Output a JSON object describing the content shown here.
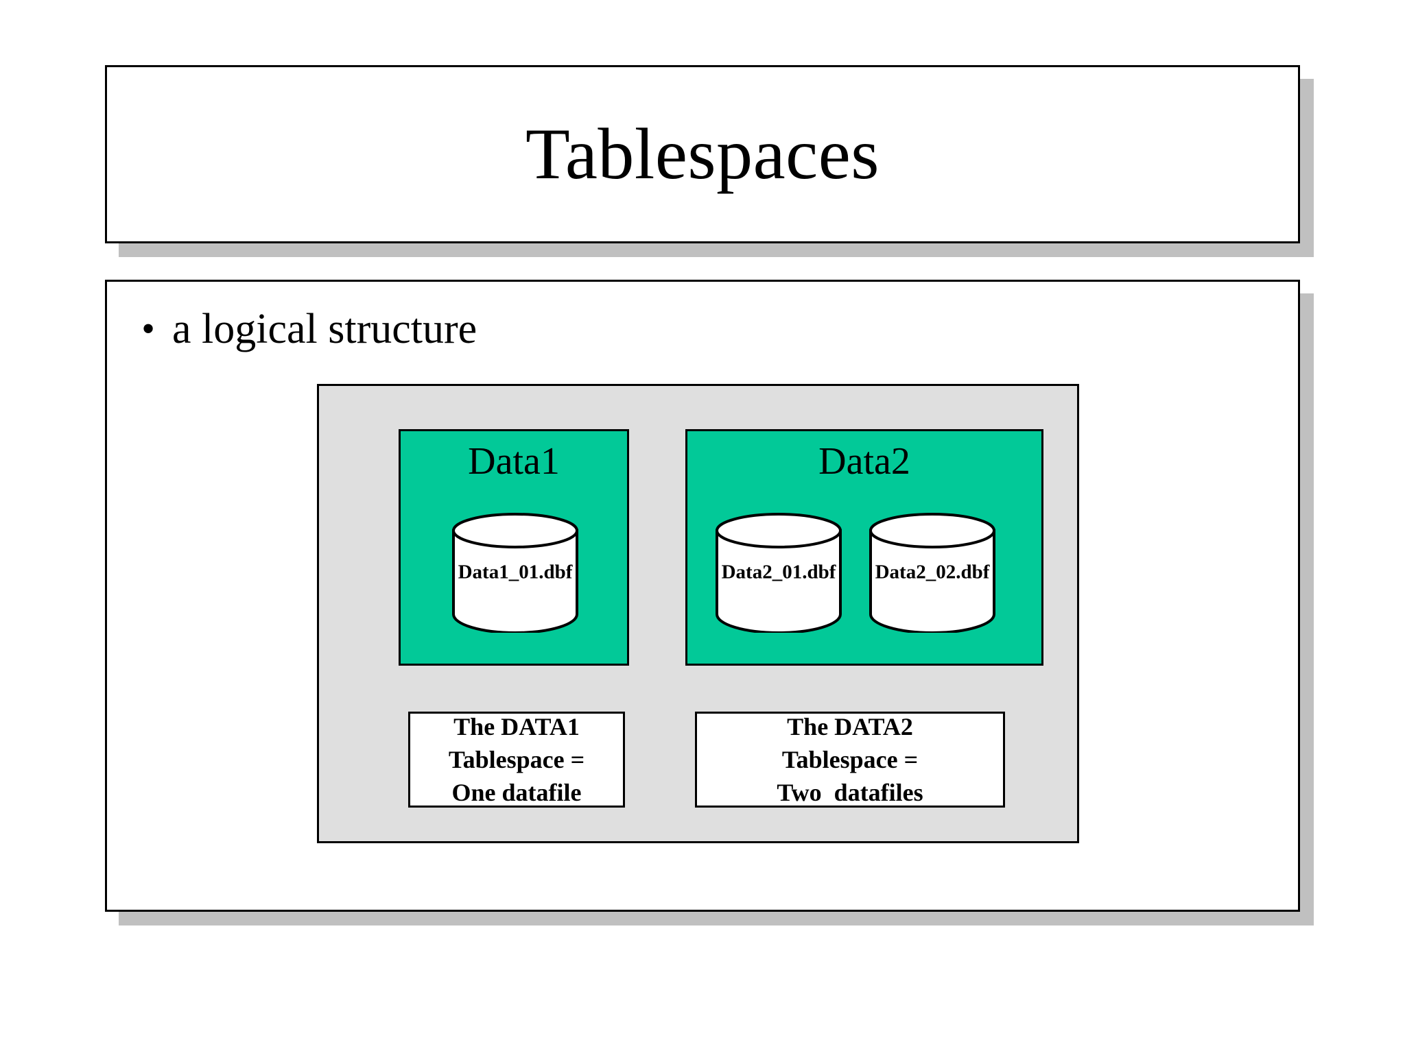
{
  "slide": {
    "title": "Tablespaces",
    "background_color": "#ffffff",
    "shadow_color": "#c0c0c0",
    "border_color": "#000000"
  },
  "body": {
    "bullet_glyph": "•",
    "bullets": [
      "a logical structure"
    ]
  },
  "diagram": {
    "background_color": "#dfdfdf",
    "tablespace_color": "#02c998",
    "tablespaces": [
      {
        "name": "Data1",
        "datafiles": [
          {
            "label": "Data1_01.dbf"
          }
        ],
        "caption": {
          "line1": "The DATA1",
          "line2": "Tablespace =",
          "line3": "One datafile"
        }
      },
      {
        "name": "Data2",
        "datafiles": [
          {
            "label": "Data2_01.dbf"
          },
          {
            "label": "Data2_02.dbf"
          }
        ],
        "caption": {
          "line1": "The DATA2",
          "line2": "Tablespace =",
          "line3": "Two  datafiles"
        }
      }
    ]
  }
}
